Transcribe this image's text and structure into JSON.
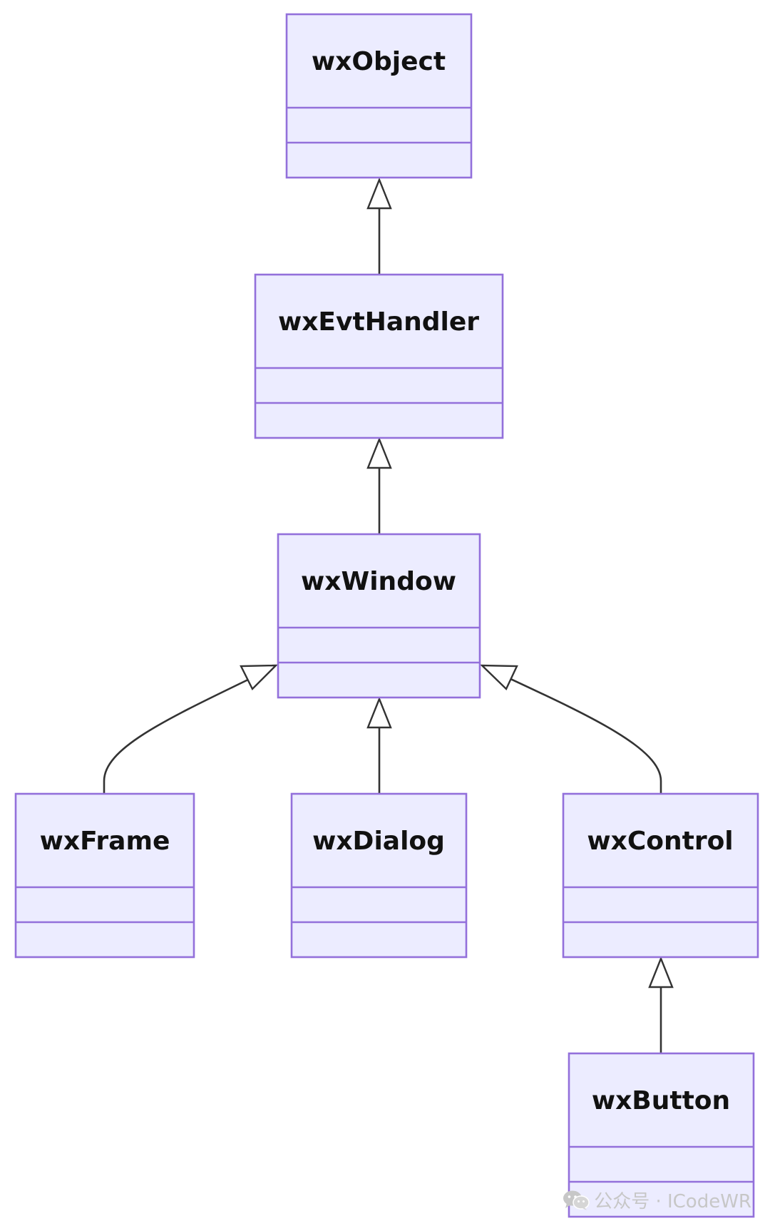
{
  "diagram": {
    "type": "class-inheritance",
    "classes": [
      {
        "id": "wxObject",
        "name": "wxObject"
      },
      {
        "id": "wxEvtHandler",
        "name": "wxEvtHandler"
      },
      {
        "id": "wxWindow",
        "name": "wxWindow"
      },
      {
        "id": "wxFrame",
        "name": "wxFrame"
      },
      {
        "id": "wxDialog",
        "name": "wxDialog"
      },
      {
        "id": "wxControl",
        "name": "wxControl"
      },
      {
        "id": "wxButton",
        "name": "wxButton"
      }
    ],
    "inheritance": [
      {
        "child": "wxEvtHandler",
        "parent": "wxObject"
      },
      {
        "child": "wxWindow",
        "parent": "wxEvtHandler"
      },
      {
        "child": "wxFrame",
        "parent": "wxWindow"
      },
      {
        "child": "wxDialog",
        "parent": "wxWindow"
      },
      {
        "child": "wxControl",
        "parent": "wxWindow"
      },
      {
        "child": "wxButton",
        "parent": "wxControl"
      }
    ],
    "colors": {
      "box_fill": "#ececff",
      "box_stroke": "#9370db",
      "edge": "#333333",
      "text": "#111111"
    }
  },
  "watermark": {
    "icon": "wechat-icon",
    "text": "公众号 · ICodeWR"
  }
}
